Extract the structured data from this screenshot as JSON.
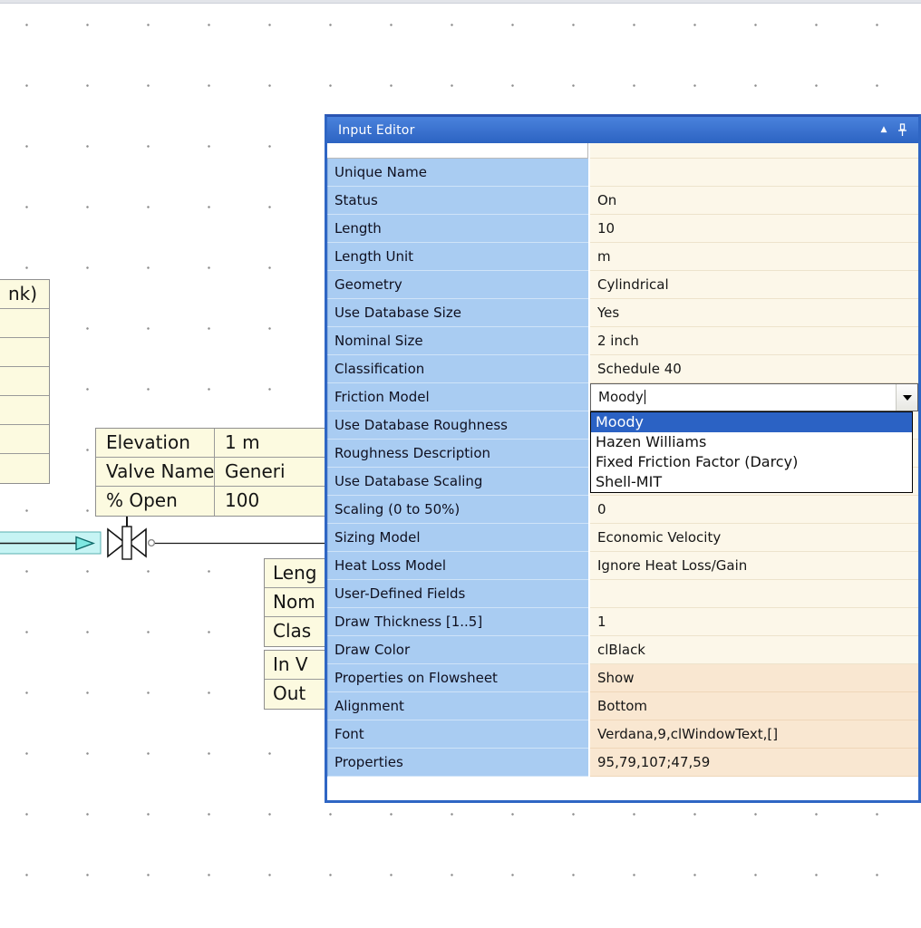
{
  "input_editor": {
    "title": "Input Editor",
    "icons": {
      "collapse": "▲",
      "pin": "pin",
      "dropdown": "▼"
    },
    "colors": {
      "accent": "#2f66c4",
      "label_bg": "#a9ccf2",
      "value_bg": "#fcf7e9",
      "value_bg_peach": "#f9e7d1",
      "selection": "#2b62c4"
    },
    "rows": [
      {
        "label": "Unique Name",
        "value": "",
        "tone": "cream"
      },
      {
        "label": "Status",
        "value": "On",
        "tone": "cream"
      },
      {
        "label": "Length",
        "value": "10",
        "tone": "cream"
      },
      {
        "label": "Length Unit",
        "value": "m",
        "tone": "cream"
      },
      {
        "label": "Geometry",
        "value": "Cylindrical",
        "tone": "cream"
      },
      {
        "label": "Use Database Size",
        "value": "Yes",
        "tone": "cream"
      },
      {
        "label": "Nominal Size",
        "value": "2 inch",
        "tone": "cream"
      },
      {
        "label": "Classification",
        "value": "Schedule 40",
        "tone": "cream"
      },
      {
        "label": "Friction Model",
        "value": "Moody",
        "tone": "cream",
        "editor": "combo"
      },
      {
        "label": "Use Database Roughness",
        "value": "",
        "tone": "cream"
      },
      {
        "label": "Roughness Description",
        "value": "",
        "tone": "cream"
      },
      {
        "label": "Use Database Scaling",
        "value": "",
        "tone": "cream"
      },
      {
        "label": "Scaling (0 to 50%)",
        "value": "0",
        "tone": "cream"
      },
      {
        "label": "Sizing Model",
        "value": "Economic Velocity",
        "tone": "cream"
      },
      {
        "label": "Heat Loss Model",
        "value": "Ignore Heat Loss/Gain",
        "tone": "cream"
      },
      {
        "label": "User-Defined Fields",
        "value": "",
        "tone": "cream"
      },
      {
        "label": "Draw Thickness [1..5]",
        "value": "1",
        "tone": "cream"
      },
      {
        "label": "Draw Color",
        "value": "clBlack",
        "tone": "cream"
      },
      {
        "label": "Properties on Flowsheet",
        "value": "Show",
        "tone": "peach"
      },
      {
        "label": "Alignment",
        "value": "Bottom",
        "tone": "peach"
      },
      {
        "label": "Font",
        "value": "Verdana,9,clWindowText,[]",
        "tone": "peach"
      },
      {
        "label": "Properties",
        "value": "95,79,107;47,59",
        "tone": "peach"
      }
    ],
    "dropdown": {
      "options": [
        {
          "label": "Moody",
          "state": "selected"
        },
        {
          "label": "Hazen Williams"
        },
        {
          "label": "Fixed Friction Factor (Darcy)"
        },
        {
          "label": "Shell-MIT"
        }
      ]
    }
  },
  "flowsheet": {
    "tank_table": {
      "rows": [
        "nk)",
        "",
        "",
        "",
        "",
        "",
        ""
      ]
    },
    "valve_table": {
      "rows": [
        {
          "label": "Elevation",
          "value": "1 m"
        },
        {
          "label": "Valve Name",
          "value": "Generi"
        },
        {
          "label": "% Open",
          "value": "100"
        }
      ]
    },
    "pipe_table": {
      "rows": [
        "Leng",
        "Nom",
        "Clas"
      ]
    },
    "inout_table": {
      "rows": [
        "In V",
        "Out"
      ]
    },
    "symbols": {
      "pipe_highlight_color": "#c6f4f4",
      "table_bg_color": "#fcfae0"
    }
  }
}
